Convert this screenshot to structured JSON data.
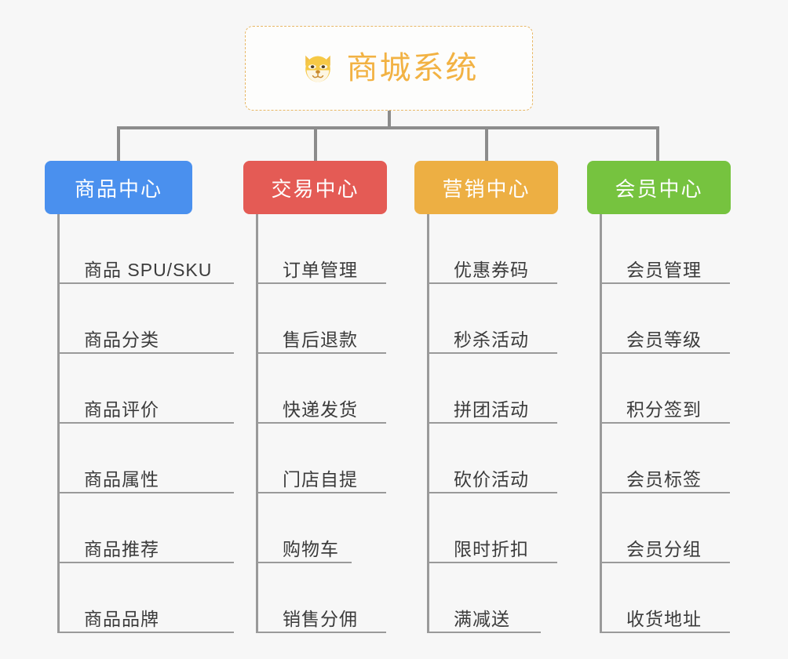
{
  "root": {
    "label": "商城系统",
    "icon": "dog-face-emoji",
    "color": "#f2b243",
    "border_color": "#e8b765"
  },
  "branches": [
    {
      "id": "product-center",
      "label": "商品中心",
      "color": "#4a90ee",
      "items": [
        "商品 SPU/SKU",
        "商品分类",
        "商品评价",
        "商品属性",
        "商品推荐",
        "商品品牌"
      ]
    },
    {
      "id": "trade-center",
      "label": "交易中心",
      "color": "#e45b55",
      "items": [
        "订单管理",
        "售后退款",
        "快递发货",
        "门店自提",
        "购物车",
        "销售分佣"
      ]
    },
    {
      "id": "marketing-center",
      "label": "营销中心",
      "color": "#edaf43",
      "items": [
        "优惠券码",
        "秒杀活动",
        "拼团活动",
        "砍价活动",
        "限时折扣",
        "满减送"
      ]
    },
    {
      "id": "member-center",
      "label": "会员中心",
      "color": "#76c33f",
      "items": [
        "会员管理",
        "会员等级",
        "积分签到",
        "会员标签",
        "会员分组",
        "收货地址"
      ]
    }
  ],
  "connector_color": "#8c8c8c",
  "background_color": "#f7f7f7"
}
